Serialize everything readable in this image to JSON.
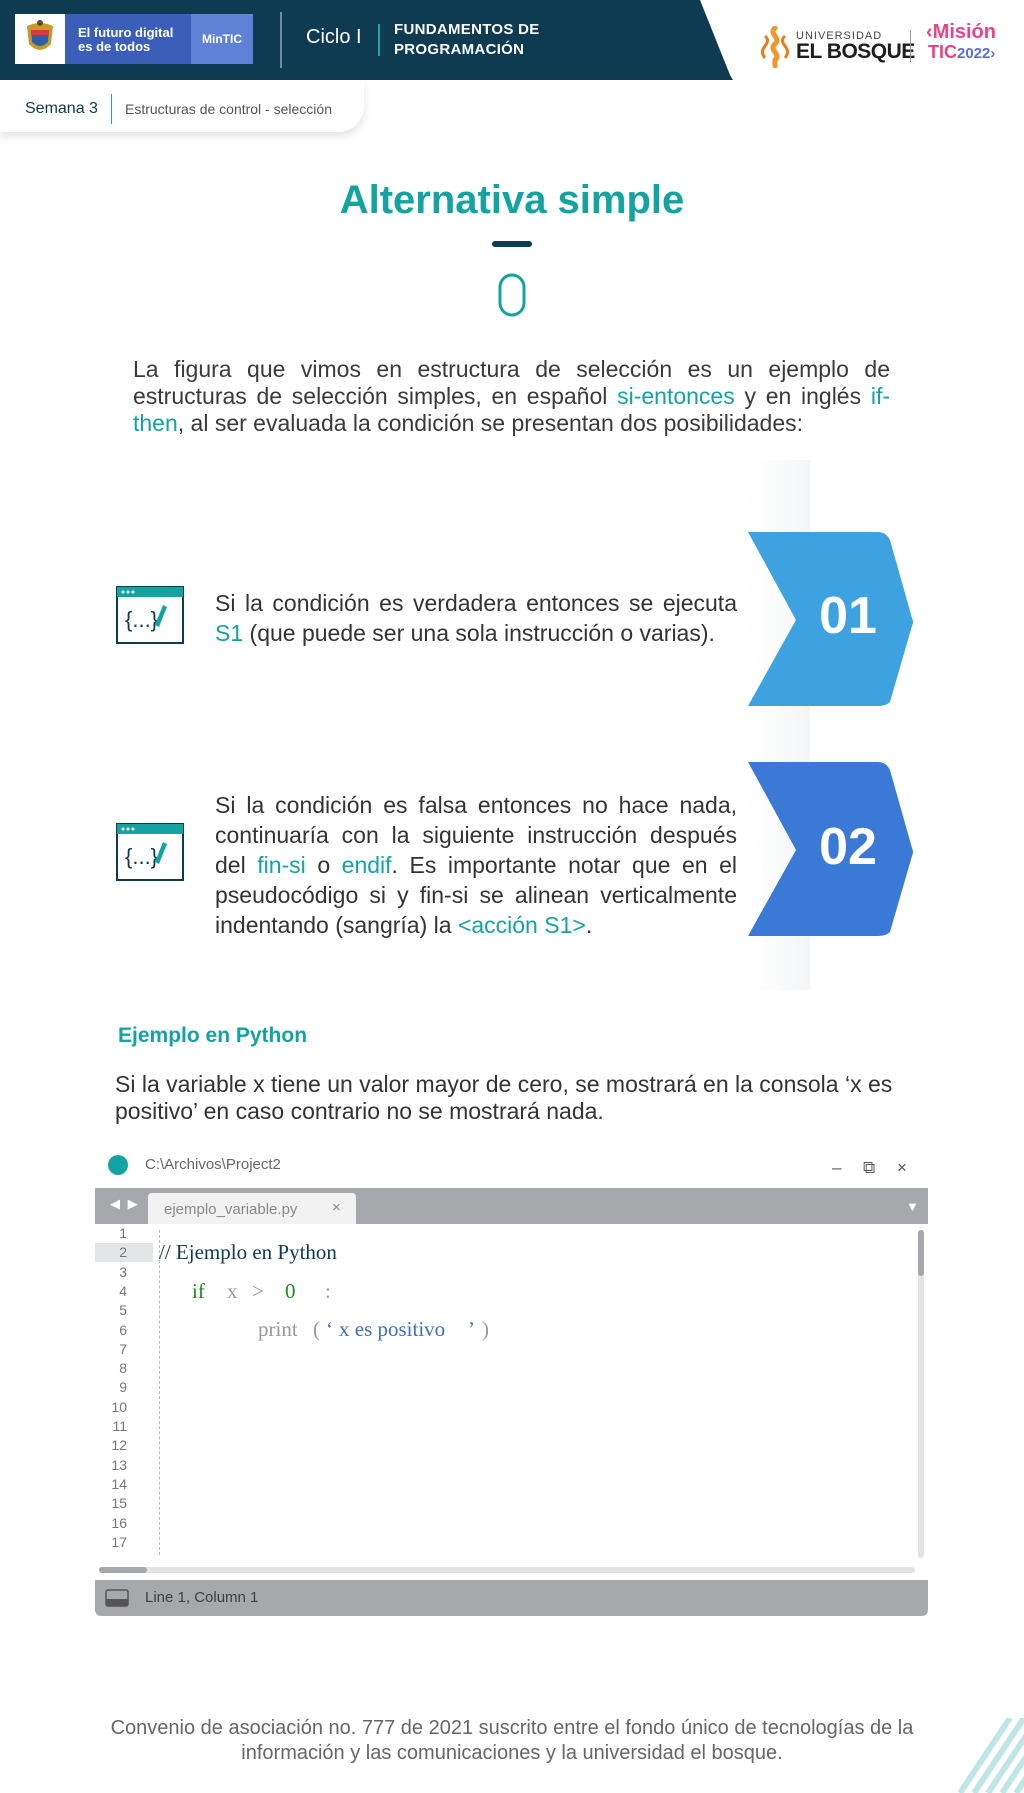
{
  "header": {
    "gov_line1": "El futuro digital",
    "gov_line2": "es de todos",
    "mintic": "MinTIC",
    "ciclo": "Ciclo I",
    "course_line1": "FUNDAMENTOS DE",
    "course_line2": "PROGRAMACIÓN",
    "uni_small": "UNIVERSIDAD",
    "uni_big": "EL BOSQUE",
    "mision": "‹Misión",
    "tic": "TIC",
    "tic_year": "2022›"
  },
  "breadcrumb": {
    "week": "Semana 3",
    "topic": "Estructuras de control - selección"
  },
  "title": "Alternativa simple",
  "intro": {
    "p1": "La figura que vimos en estructura de selección es un ejemplo de estructuras de selección simples, en español ",
    "h1": "si-entonces",
    "p2": " y en inglés ",
    "h2": "if-then",
    "p3": ", al ser evaluada la condición se presentan dos posibilidades:"
  },
  "items": [
    {
      "number": "01",
      "t1": "Si la condición es verdadera entonces se ejecuta ",
      "h1": "S1",
      "t2": " (que puede ser una sola instrucción o varias).",
      "icon_label": "{...}"
    },
    {
      "number": "02",
      "t1": "Si la condición es falsa entonces no hace nada, continuaría con la siguiente instrucción después del ",
      "h1": "fin-si",
      "t2": " o ",
      "h2": "endif",
      "t3": ". Es importante notar que en el pseudocódigo si y fin-si se alinean verticalmente indentando (sangría) la ",
      "h3": "<acción S1>",
      "t4": ".",
      "icon_label": "{...}"
    }
  ],
  "example": {
    "title": "Ejemplo en Python",
    "description": "Si la variable x tiene un valor mayor de cero, se mostrará en la consola ‘x es positivo’ en caso contrario no se mostrará nada."
  },
  "editor": {
    "path": "C:\\Archivos\\Project2",
    "minimize": "–",
    "restore": "⧉",
    "close": "×",
    "nav_arrows": "◀ ▶",
    "tab_label": "ejemplo_variable.py",
    "tab_close": "×",
    "menu_arrow": "▼",
    "line_numbers": [
      "1",
      "2",
      "3",
      "4",
      "5",
      "6",
      "7",
      "8",
      "9",
      "10",
      "11",
      "12",
      "13",
      "14",
      "15",
      "16",
      "17"
    ],
    "code": {
      "comment": "// Ejemplo en Python",
      "if_kw": "if",
      "var": "x",
      "op": ">",
      "num": "0",
      "colon": ":",
      "print_fn": "print",
      "paren_open": "(",
      "quote_open": "‘",
      "string": "x es positivo",
      "quote_close": "’",
      "paren_close": ")"
    },
    "status": "Line 1, Column 1"
  },
  "footer": "Convenio de asociación no. 777 de 2021 suscrito entre el fondo único de tecnologías de la información y las comunicaciones y la universidad el bosque.",
  "colors": {
    "teal": "#14a3a0",
    "navy": "#0e3a52",
    "hex1": "#3fa2e0",
    "hex2": "#3a7ad6",
    "editor_gray": "#a6a8ab"
  }
}
